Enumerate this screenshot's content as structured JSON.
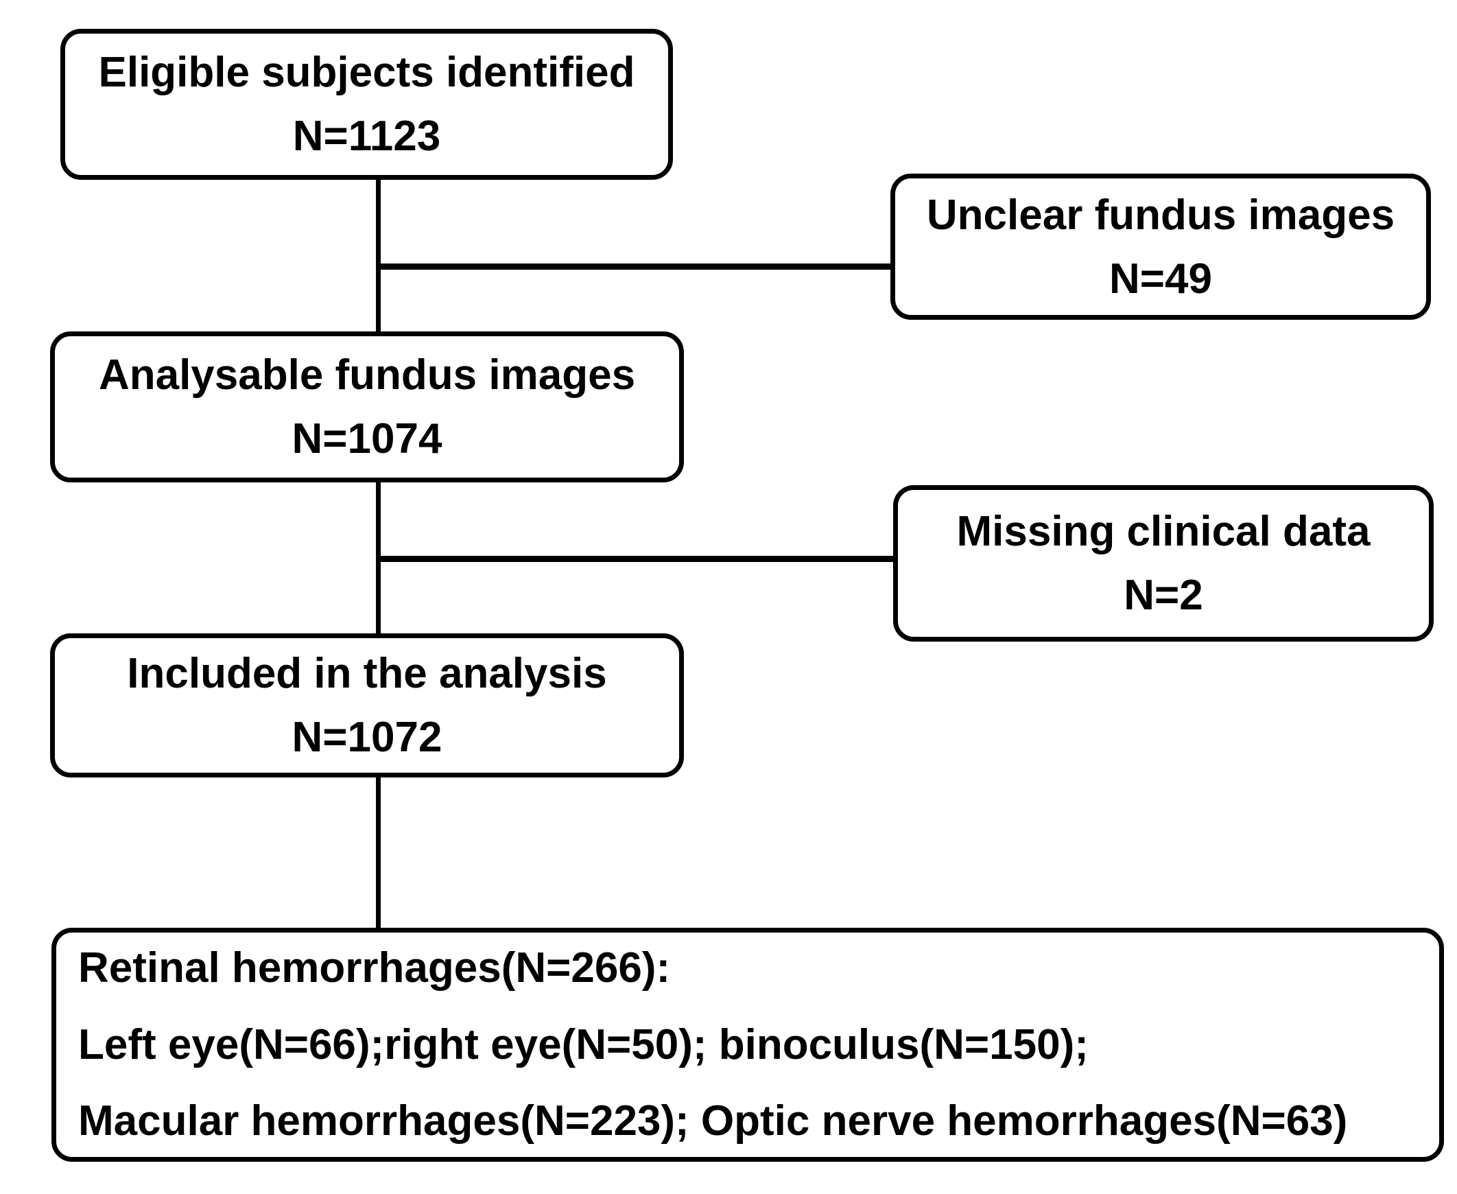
{
  "figure": {
    "type": "flowchart",
    "background_color": "#ffffff",
    "ink_color": "#000000",
    "nodes": {
      "eligible": {
        "label": "Eligible subjects identified",
        "count": "N=1123"
      },
      "unclear": {
        "label": "Unclear fundus images",
        "count": "N=49"
      },
      "analysable": {
        "label": "Analysable fundus images",
        "count": "N=1074"
      },
      "missing": {
        "label": "Missing clinical data",
        "count": "N=2"
      },
      "included": {
        "label": "Included in the analysis",
        "count": "N=1072"
      },
      "outcome": {
        "line1": "Retinal hemorrhages(N=266):",
        "line2": "Left eye(N=66);right eye(N=50); binoculus(N=150);",
        "line3": "Macular hemorrhages(N=223); Optic nerve hemorrhages(N=63)"
      }
    },
    "edges": [
      {
        "from": "eligible",
        "to": "analysable"
      },
      {
        "from": "eligible",
        "to": "unclear",
        "type": "exclusion-branch"
      },
      {
        "from": "analysable",
        "to": "included"
      },
      {
        "from": "analysable",
        "to": "missing",
        "type": "exclusion-branch"
      },
      {
        "from": "included",
        "to": "outcome"
      }
    ]
  }
}
